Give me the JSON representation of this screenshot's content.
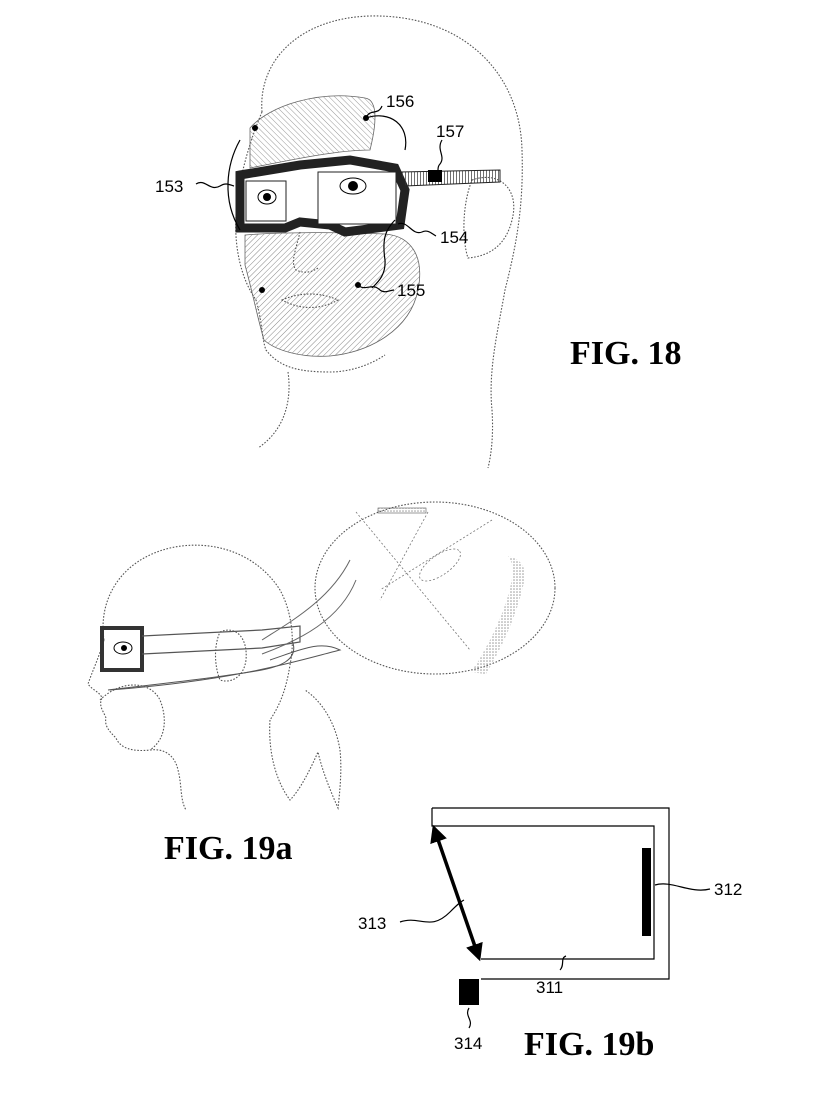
{
  "figures": {
    "fig18": {
      "caption": "FIG. 18",
      "labels": {
        "l153": "153",
        "l154": "154",
        "l155": "155",
        "l156": "156",
        "l157": "157"
      }
    },
    "fig19a": {
      "caption": "FIG. 19a"
    },
    "fig19b": {
      "caption": "FIG. 19b",
      "labels": {
        "l311": "311",
        "l312": "312",
        "l313": "313",
        "l314": "314"
      }
    }
  }
}
